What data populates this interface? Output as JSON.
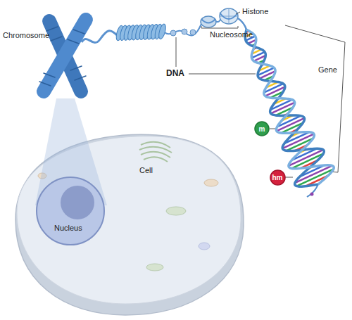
{
  "diagram": {
    "nodes": [
      {
        "text": [
          "m"
        ]
      },
      {
        "text": [
          "hm"
        ]
      }
    ],
    "labels": [
      "Histone",
      "Chromosome",
      "Nucleosome",
      "Gene",
      "DNA",
      "Cell",
      "Nucleus"
    ]
  }
}
